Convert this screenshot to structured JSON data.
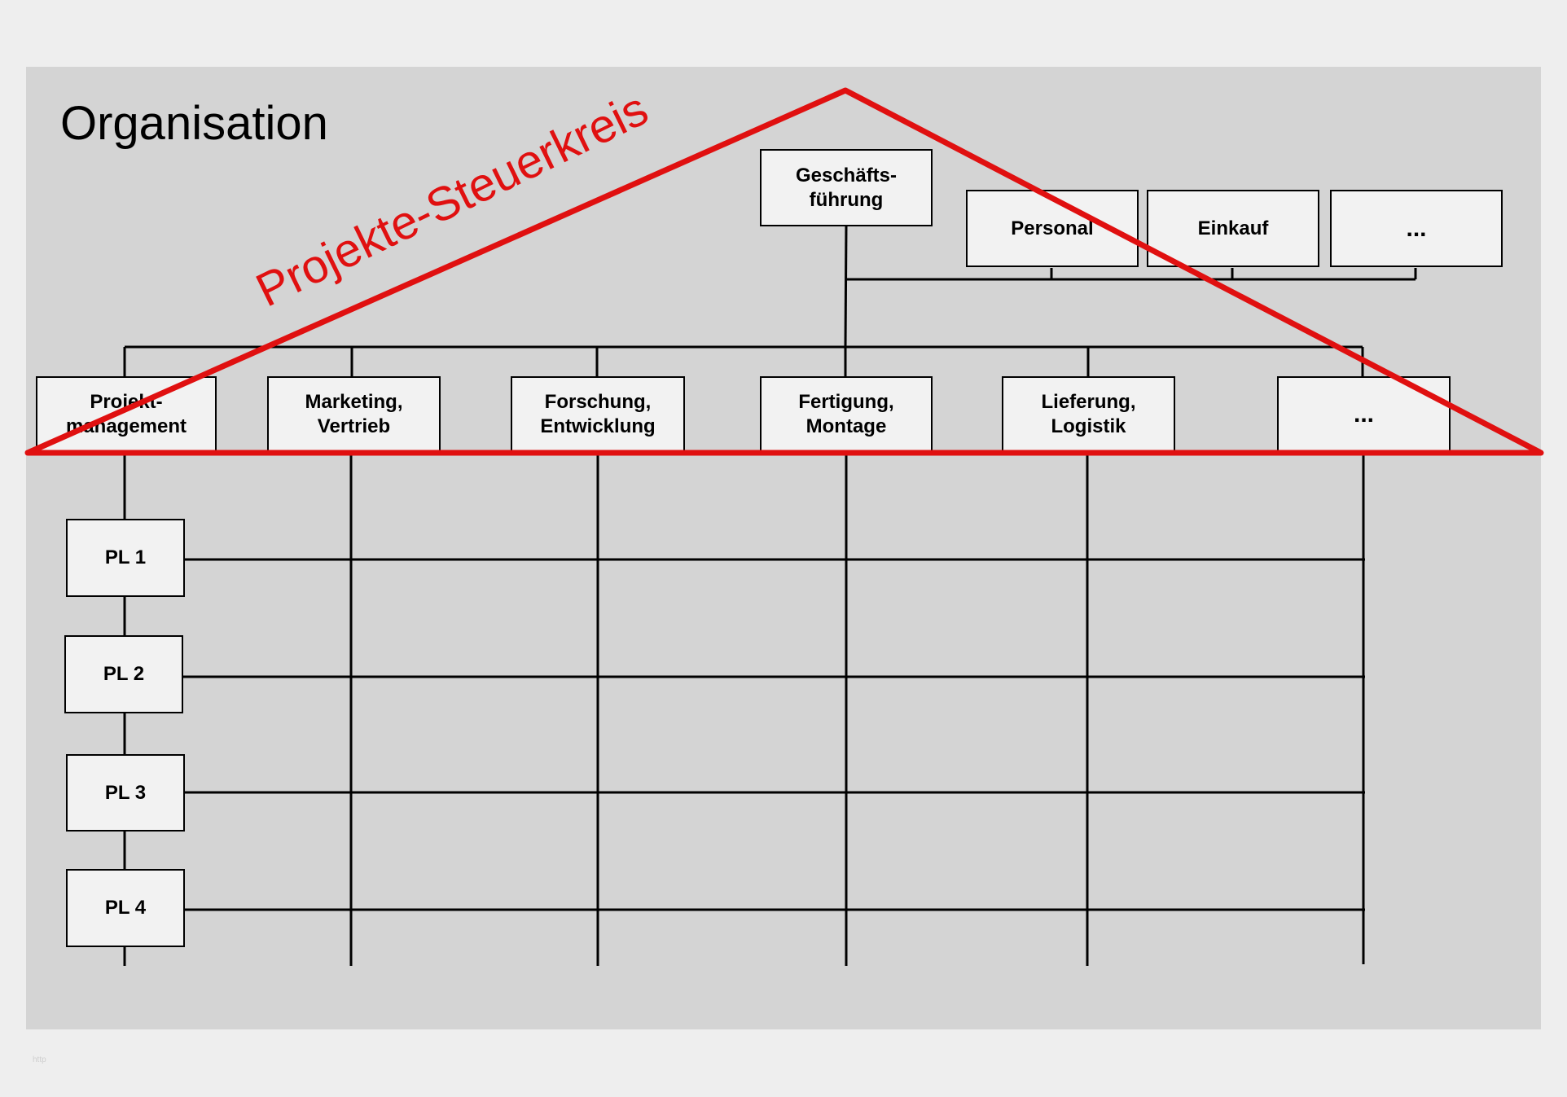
{
  "title": "Organisation",
  "overlay_label": "Projekte-Steuerkreis",
  "colors": {
    "background": "#eeeeee",
    "slide": "#d4d4d4",
    "box_fill": "#f2f2f2",
    "line": "#000000",
    "highlight": "#e01010"
  },
  "top": {
    "management": "Geschäfts-\nführung",
    "staff": [
      "Personal",
      "Einkauf",
      "..."
    ]
  },
  "departments": [
    "Projekt-\nmanagement",
    "Marketing,\nVertrieb",
    "Forschung,\nEntwicklung",
    "Fertigung,\nMontage",
    "Lieferung,\nLogistik",
    "..."
  ],
  "project_leads": [
    "PL 1",
    "PL 2",
    "PL 3",
    "PL 4"
  ],
  "watermark": "http"
}
